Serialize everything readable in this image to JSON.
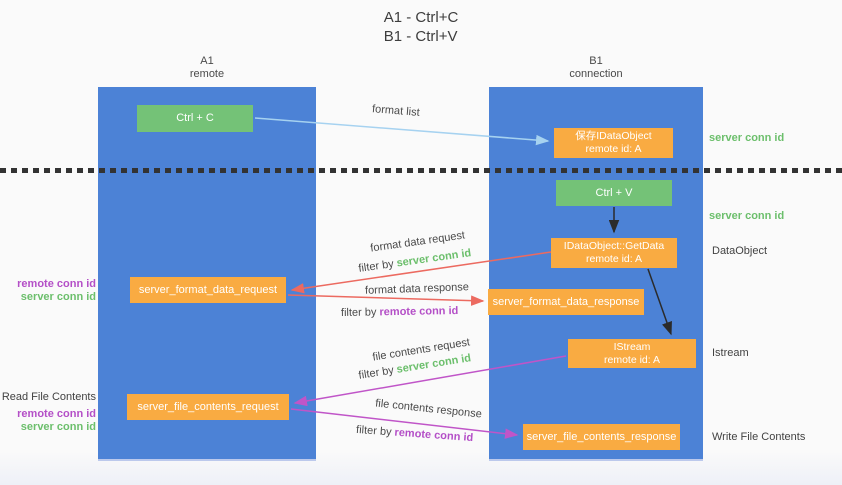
{
  "title": {
    "line1": "A1 - Ctrl+C",
    "line2": "B1 - Ctrl+V"
  },
  "columns": {
    "a1": {
      "name": "A1",
      "subtitle": "remote"
    },
    "b1": {
      "name": "B1",
      "subtitle": "connection"
    }
  },
  "nodes": {
    "ctrl_c": "Ctrl + C",
    "ctrl_v": "Ctrl + V",
    "save_idataobject": {
      "line1": "保存IDataObject",
      "line2": "remote id: A"
    },
    "getdata": {
      "line1": "IDataObject::GetData",
      "line2": "remote id: A"
    },
    "istream": {
      "line1": "IStream",
      "line2": "remote id: A"
    },
    "format_request": "server_format_data_request",
    "format_response": "server_format_data_response",
    "file_request": "server_file_contents_request",
    "file_response": "server_file_contents_response"
  },
  "side_labels": {
    "server_conn_id_top": "server conn id",
    "server_conn_id_mid": "server conn id",
    "dataobject": "DataObject",
    "istream": "Istream",
    "write_file_contents": "Write File Contents",
    "read_file_contents": "Read File Contents",
    "left_mid": {
      "remote": "remote conn id",
      "server": "server conn id"
    },
    "left_bottom": {
      "remote": "remote conn id",
      "server": "server conn id"
    }
  },
  "arrow_labels": {
    "format_list": "format list",
    "format_data_request": "format data request",
    "format_data_response": "format data response",
    "file_contents_request": "file contents request",
    "file_contents_response": "file contents response",
    "filter_by": "filter by",
    "server_conn_id": "server conn id",
    "remote_conn_id": "remote conn id"
  },
  "colors": {
    "background": "#fafafa",
    "column_blue": "#4c82d6",
    "box_green": "#74c277",
    "box_orange": "#f9ab42",
    "box_text": "#ffffff",
    "text_dark": "#424242",
    "green_id": "#6cbf6c",
    "purple_id": "#b44fc7",
    "arrow_blue": "#a6d2f0",
    "arrow_red": "#ec6a60",
    "arrow_magenta": "#c055c8",
    "arrow_black": "#2b2b2b",
    "dotted_line": "#333333"
  }
}
